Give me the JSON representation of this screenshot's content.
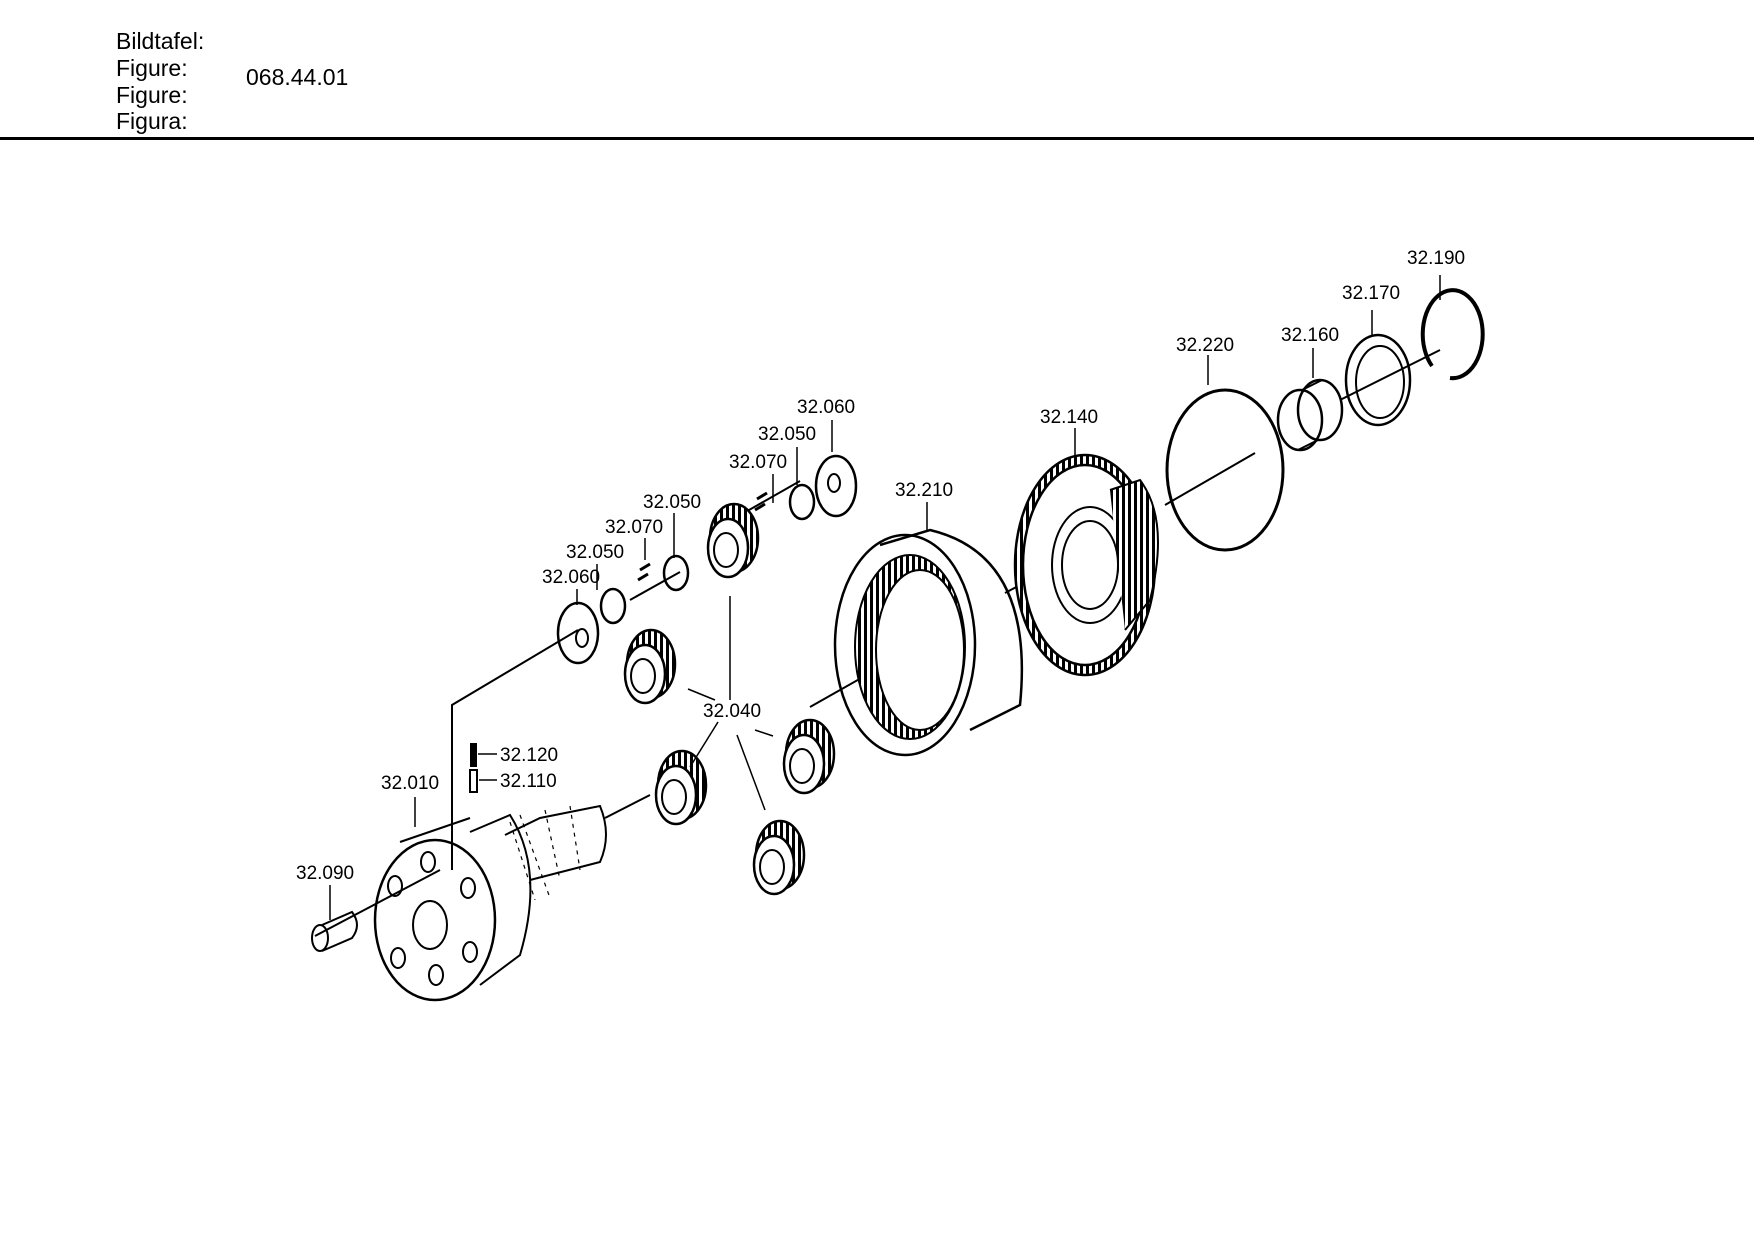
{
  "header": {
    "labels": [
      "Bildtafel:",
      "Figure:",
      "Figure:",
      "Figura:"
    ],
    "figure_number": "068.44.01"
  },
  "callouts": {
    "c32190": "32.190",
    "c32170": "32.170",
    "c32160": "32.160",
    "c32220": "32.220",
    "c32140": "32.140",
    "c32210": "32.210",
    "c32060a": "32.060",
    "c32050a": "32.050",
    "c32070a": "32.070",
    "c32050b": "32.050",
    "c32070b": "32.070",
    "c32050c": "32.050",
    "c32060b": "32.060",
    "c32040": "32.040",
    "c32120": "32.120",
    "c32110": "32.110",
    "c32010": "32.010",
    "c32090": "32.090"
  }
}
